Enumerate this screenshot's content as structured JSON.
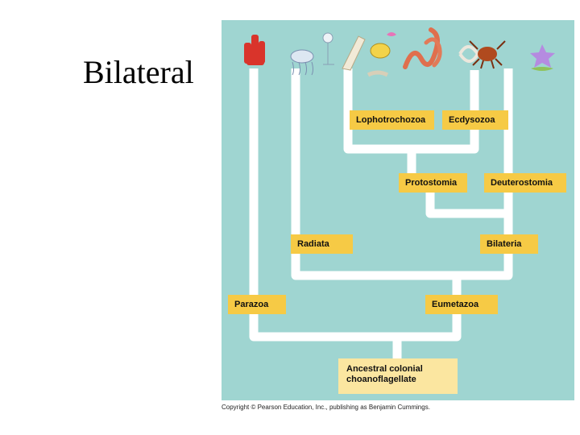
{
  "slide": {
    "title": "Bilateral"
  },
  "tree": {
    "clades": {
      "lophotrochozoa": "Lophotrochozoa",
      "ecdysozoa": "Ecdysozoa",
      "protostomia": "Protostomia",
      "deuterostomia": "Deuterostomia",
      "radiata": "Radiata",
      "bilateria": "Bilateria",
      "parazoa": "Parazoa",
      "eumetazoa": "Eumetazoa"
    },
    "root": {
      "line1": "Ancestral colonial",
      "line2": "choanoflagellate"
    },
    "colors": {
      "background": "#9fd5d1",
      "branch": "#ffffff",
      "label": "#f6ca45",
      "root": "#fbe6a0"
    },
    "icons": [
      "sponge-icon",
      "cnidarian-icon",
      "mollusc-icon",
      "annelid-icon",
      "arthropod-icon",
      "echinoderm-icon"
    ]
  },
  "credit": "Copyright © Pearson Education, Inc., publishing as Benjamin Cummings."
}
